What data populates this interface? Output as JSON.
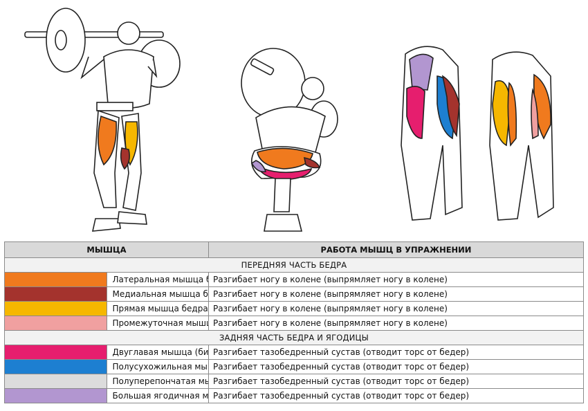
{
  "colors": {
    "lateral": "#f07a1e",
    "medial": "#a4332d",
    "rectus": "#f6b700",
    "intermediate": "#f0a0a0",
    "biceps": "#e61e6e",
    "semitendinosus": "#1d7fd1",
    "semimembranosus": "#dcdcdc",
    "gluteus": "#b296d0",
    "grid": "#8a8a8a",
    "header_bg": "#d9d9d9"
  },
  "table": {
    "header": {
      "muscle": "МЫШЦА",
      "action": "РАБОТА МЫШЦ В УПРАЖНЕНИИ"
    },
    "sections": [
      {
        "title": "ПЕРЕДНЯЯ ЧАСТЬ БЕДРА",
        "rows": [
          {
            "color": "#f07a1e",
            "muscle": "Латеральная мышца бедра",
            "action": "Разгибает ногу в колене (выпрямляет ногу в колене)"
          },
          {
            "color": "#a4332d",
            "muscle": "Медиальная мышца бедра",
            "action": "Разгибает ногу в колене (выпрямляет ногу в колене)"
          },
          {
            "color": "#f6b700",
            "muscle": "Прямая мышца бедра",
            "action": "Разгибает ногу в колене (выпрямляет ногу в колене)"
          },
          {
            "color": "#f0a0a0",
            "muscle": "Промежуточная мышца бедра",
            "action": "Разгибает ногу в колене (выпрямляет ногу в колене)"
          }
        ]
      },
      {
        "title": "ЗАДНЯЯ ЧАСТЬ БЕДРА И ЯГОДИЦЫ",
        "rows": [
          {
            "color": "#e61e6e",
            "muscle": "Двуглавая мышца (бицепс бедра)",
            "action": "Разгибает тазобедренный сустав (отводит торс от бедер)"
          },
          {
            "color": "#1d7fd1",
            "muscle": "Полусухожильная мышца",
            "action": "Разгибает тазобедренный сустав (отводит торс от бедер)"
          },
          {
            "color": "#dcdcdc",
            "muscle": "Полуперепончатая мышца",
            "action": "Разгибает тазобедренный сустав (отводит торс от бедер)"
          },
          {
            "color": "#b296d0",
            "muscle": "Большая ягодичная мышца",
            "action": "Разгибает тазобедренный сустав (отводит торс от бедер)"
          }
        ]
      }
    ]
  }
}
